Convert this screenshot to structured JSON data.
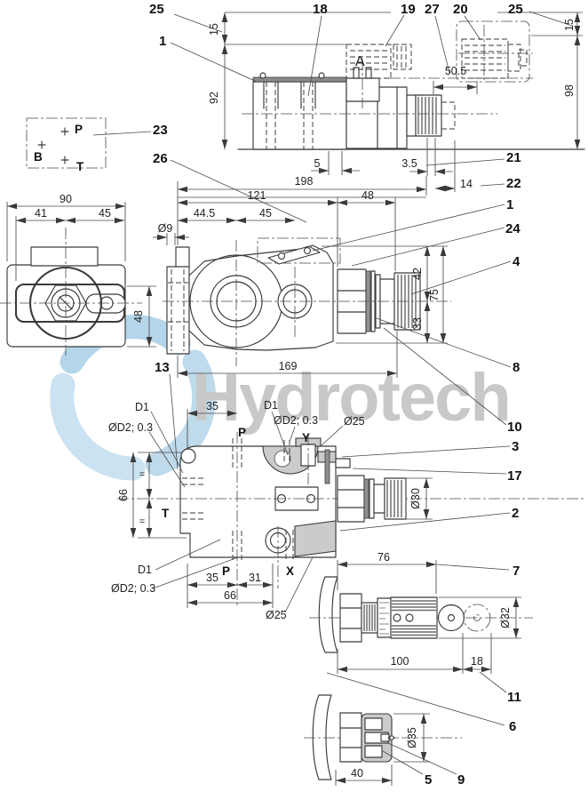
{
  "watermark": {
    "brand": "Hydrotech",
    "logo_color": "#b7d7e9",
    "text_color": "#c8c8c8"
  },
  "callouts": {
    "n1": "1",
    "n2": "2",
    "n3": "3",
    "n4": "4",
    "n5": "5",
    "n6": "6",
    "n7": "7",
    "n8": "8",
    "n9": "9",
    "n10": "10",
    "n11": "11",
    "n13": "13",
    "n17": "17",
    "n18": "18",
    "n19": "19",
    "n20": "20",
    "n21": "21",
    "n22": "22",
    "n23": "23",
    "n24": "24",
    "n25": "25",
    "n26": "26",
    "n27": "27"
  },
  "ports": {
    "a": "A",
    "p": "P",
    "b": "B",
    "t": "T",
    "x": "X",
    "y": "Y"
  },
  "dims": {
    "d5": "5",
    "d9": "Ø9",
    "d14": "14",
    "d15": "15",
    "d18": "18",
    "d31": "31",
    "d33": "33",
    "d35": "35",
    "d3_5": "3.5",
    "d40": "40",
    "d41": "41",
    "d42": "42",
    "d44_5": "44.5",
    "d45": "45",
    "d48": "48",
    "d50_5": "50.5",
    "d66": "66",
    "d75": "75",
    "d76": "76",
    "d90": "90",
    "d92": "92",
    "d98": "98",
    "d100": "100",
    "d121": "121",
    "d169": "169",
    "d198": "198",
    "dia25": "Ø25",
    "dia30": "Ø30",
    "dia32": "Ø32",
    "dia35": "Ø35",
    "dd1": "D1",
    "dd2": "ØD2; 0.3",
    "eq": "="
  }
}
